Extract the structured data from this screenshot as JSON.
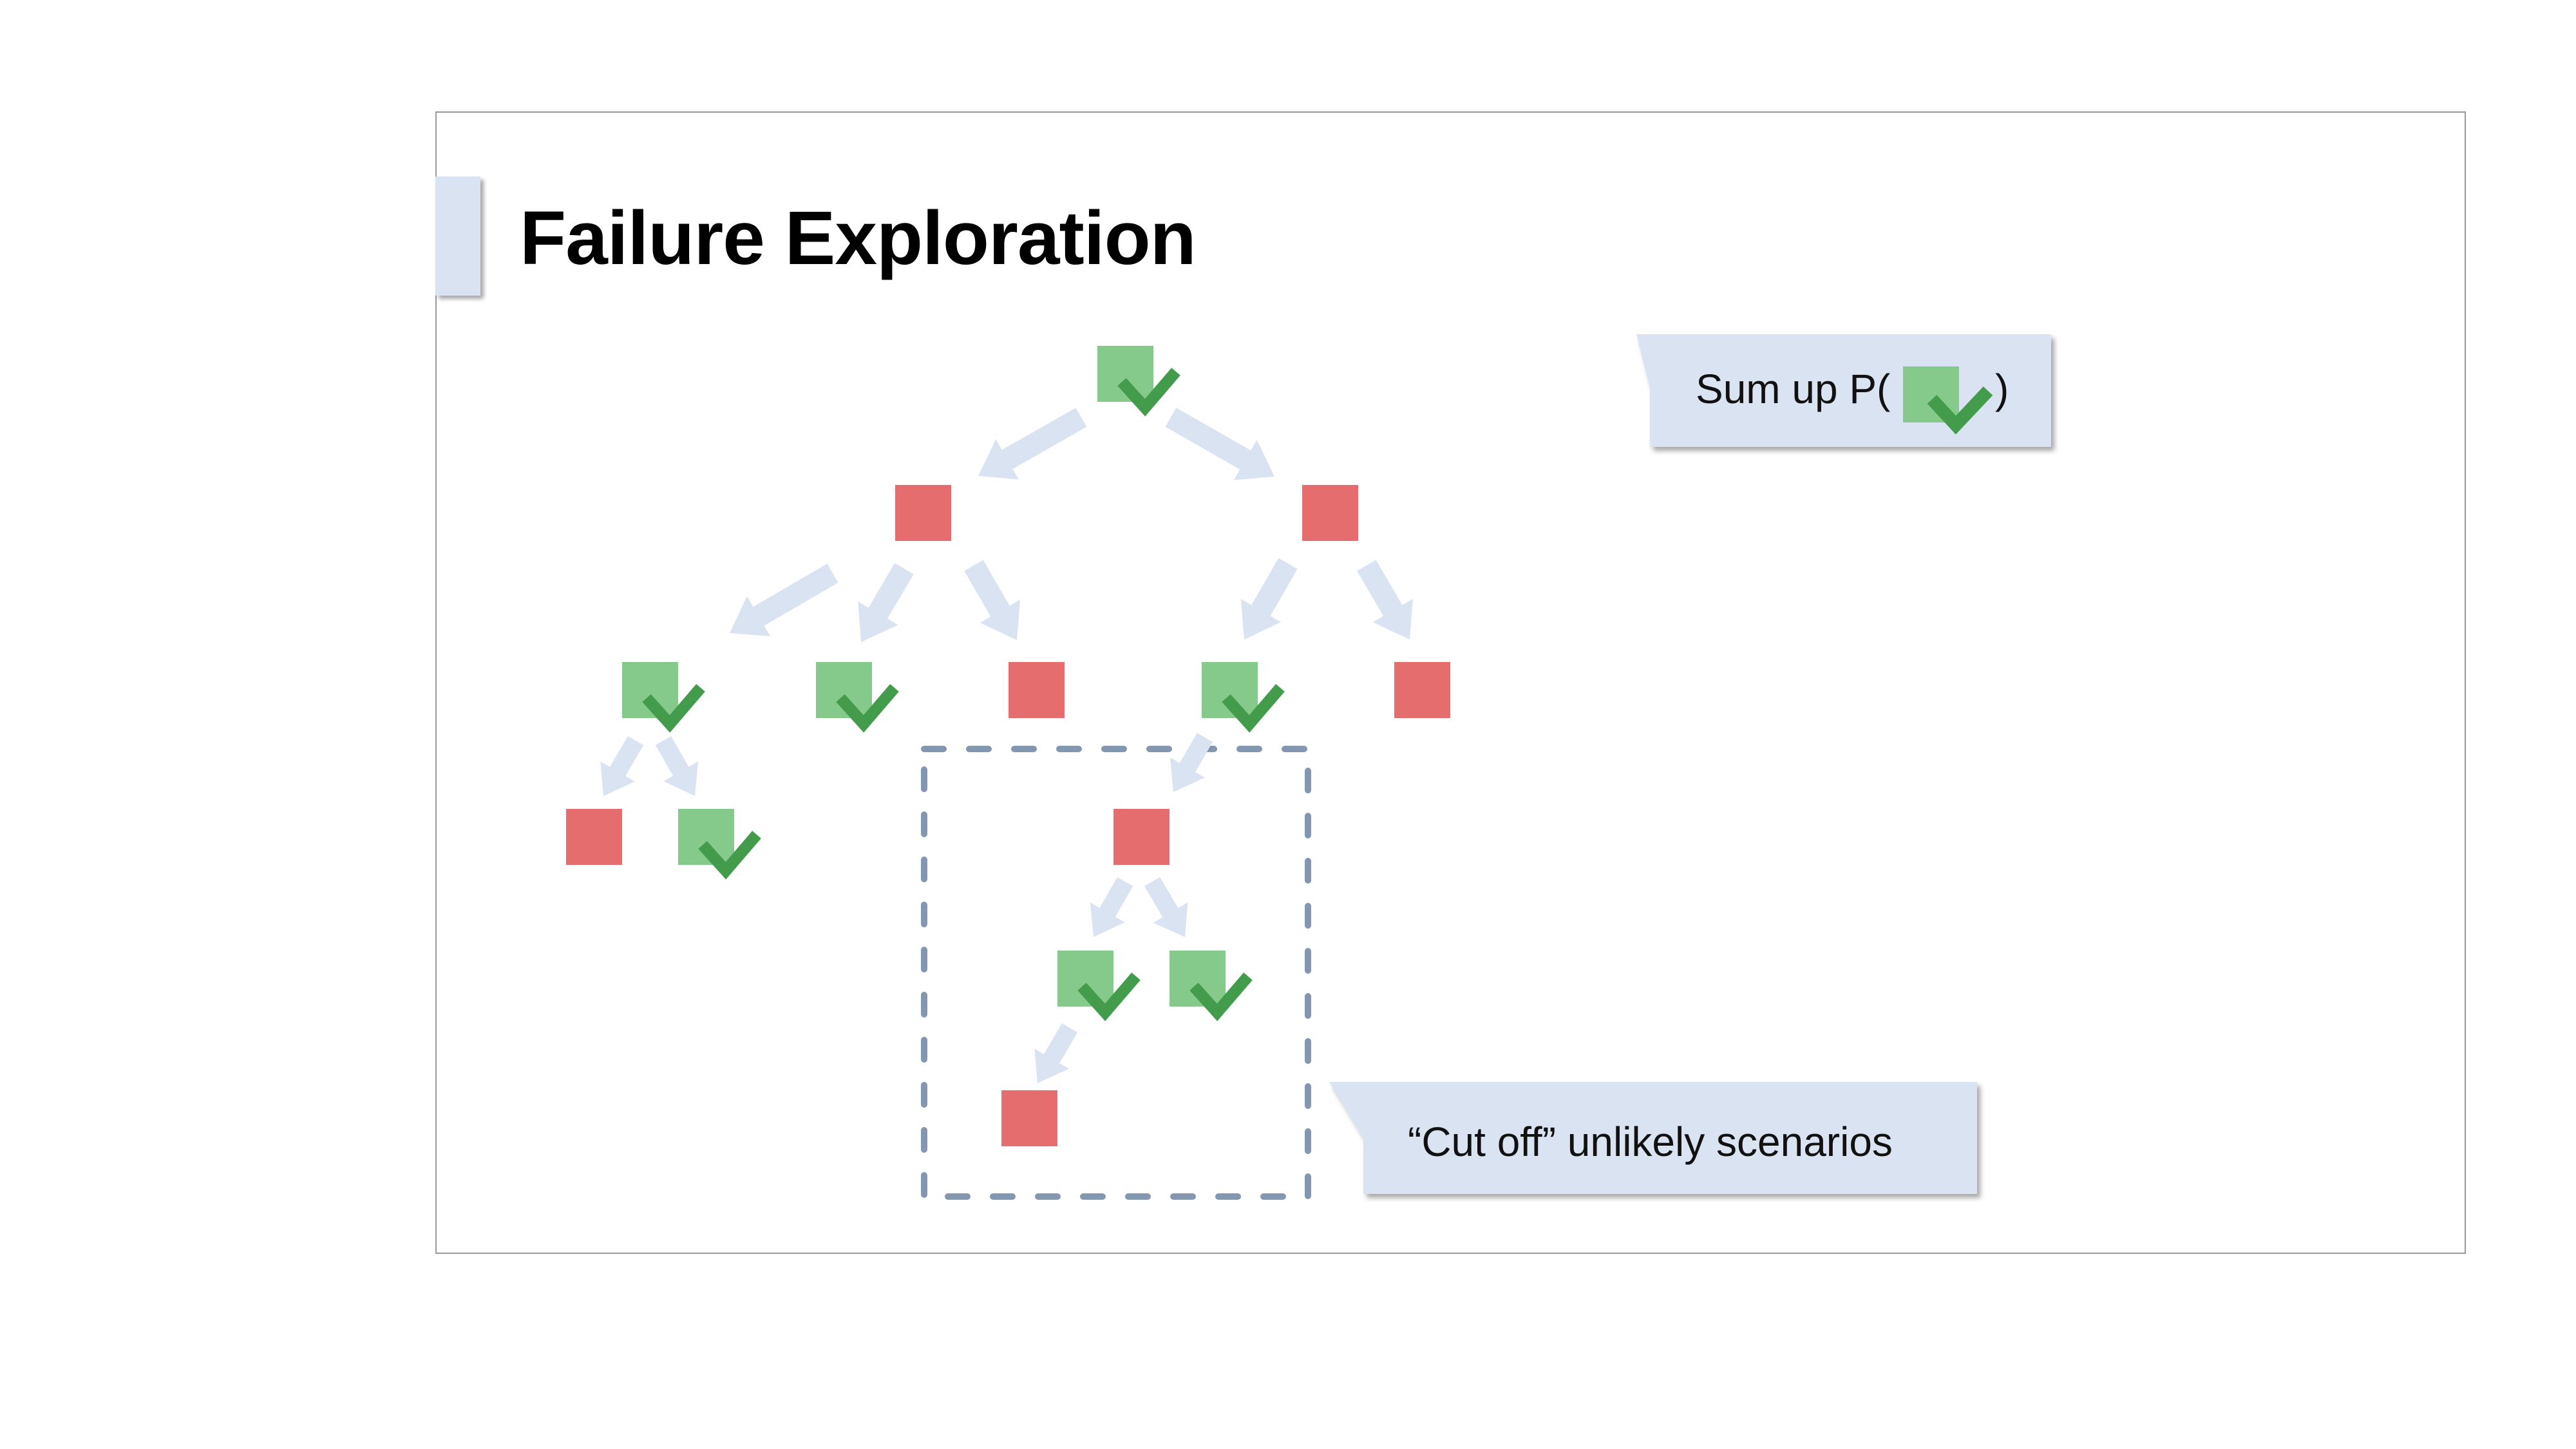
{
  "slide": {
    "title": "Failure Exploration"
  },
  "callouts": {
    "sum_up": {
      "text_before": "Sum up P(",
      "icon": "success-check-icon",
      "text_after": ")"
    },
    "cut_off": {
      "text": "“Cut off” unlikely scenarios"
    }
  },
  "legend_semantics": {
    "success_node": "green square with check mark",
    "failure_node": "red square"
  },
  "tree": {
    "nodes": [
      {
        "id": "root",
        "status": "success",
        "parent": null
      },
      {
        "id": "l1-a",
        "status": "failure",
        "parent": "root"
      },
      {
        "id": "l1-b",
        "status": "failure",
        "parent": "root"
      },
      {
        "id": "l2-a",
        "status": "success",
        "parent": "l1-a"
      },
      {
        "id": "l2-b",
        "status": "success",
        "parent": "l1-a"
      },
      {
        "id": "l2-c",
        "status": "failure",
        "parent": "l1-a"
      },
      {
        "id": "l2-d",
        "status": "success",
        "parent": "l1-b"
      },
      {
        "id": "l2-e",
        "status": "failure",
        "parent": "l1-b"
      },
      {
        "id": "l3-a",
        "status": "failure",
        "parent": "l2-a"
      },
      {
        "id": "l3-b",
        "status": "success",
        "parent": "l2-a"
      },
      {
        "id": "l3-c",
        "status": "failure",
        "parent": "l2-d",
        "cut_off": true
      },
      {
        "id": "l4-a",
        "status": "success",
        "parent": "l3-c",
        "cut_off": true
      },
      {
        "id": "l4-b",
        "status": "success",
        "parent": "l3-c",
        "cut_off": true
      },
      {
        "id": "l5-a",
        "status": "failure",
        "parent": "l4-a",
        "cut_off": true
      }
    ],
    "cut_off_region_label": "unlikely scenarios"
  },
  "colors": {
    "success_fill": "#85CA8A",
    "success_check": "#439C4B",
    "failure_fill": "#E56D6D",
    "arrow": "#DAE3F2",
    "callout_bg": "#DAE3F2",
    "cut_off_border": "#8497B0"
  }
}
